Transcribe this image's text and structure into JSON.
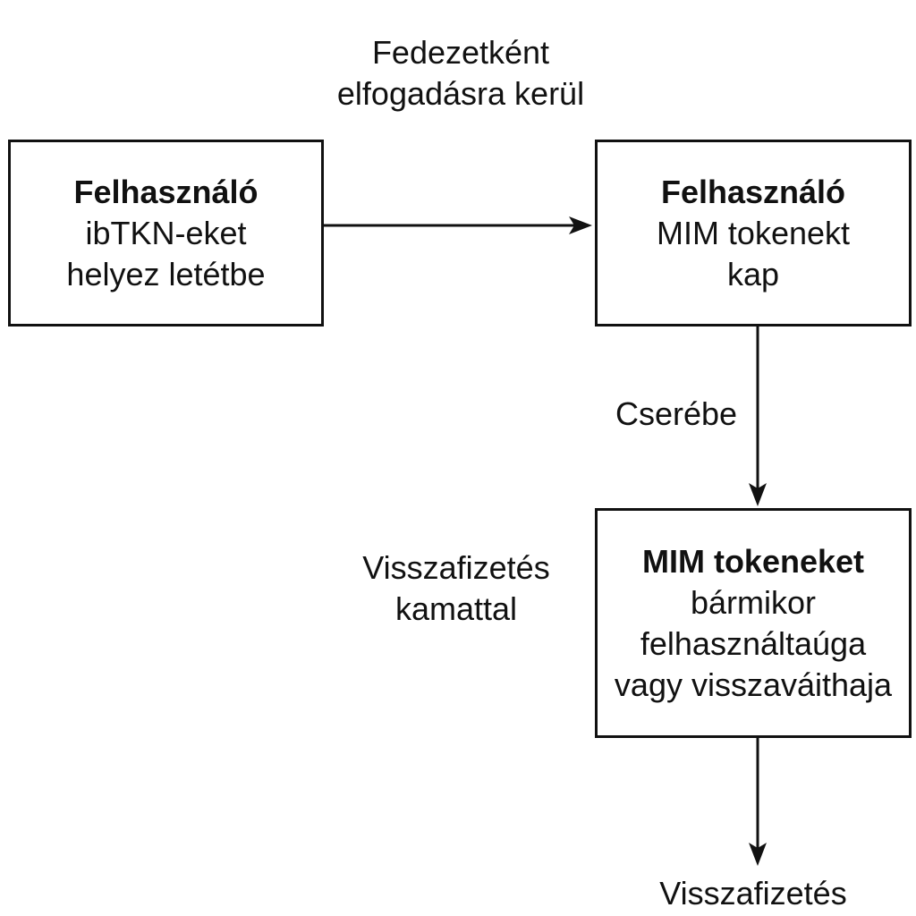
{
  "boxes": {
    "deposit": {
      "line1": "Felhasználó",
      "line2": "ibTKN-eket",
      "line3": "helyez letétbe"
    },
    "receive": {
      "line1": "Felhasználó",
      "line2": "MIM tokenekt",
      "line3": "kap"
    },
    "use": {
      "line1": "MIM tokeneket",
      "line2": "bármikor",
      "line3": "felhasználtaúga",
      "line4": "vagy visszaváithaja"
    }
  },
  "labels": {
    "collateral": {
      "line1": "Fedezetként",
      "line2": "elfogadásra kerül"
    },
    "exchange": "Cserébe",
    "repay_interest": {
      "line1": "Visszafizetés",
      "line2": "kamattal"
    },
    "repayment": "Visszafizetés"
  }
}
